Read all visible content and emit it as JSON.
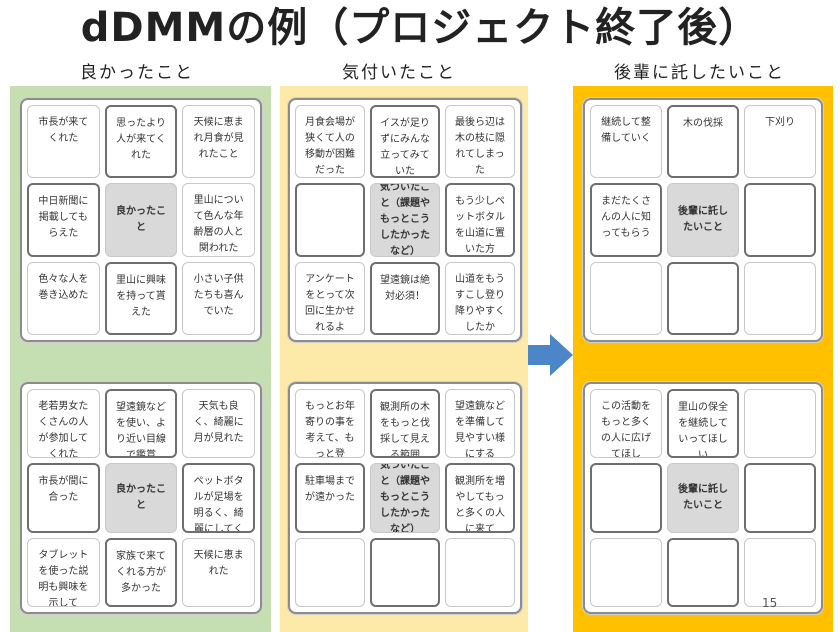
{
  "title": "dDMMの例（プロジェクト終了後）",
  "columns": [
    "良かったこと",
    "気付いたこと",
    "後輩に託したいこと"
  ],
  "boards": [
    {
      "col": 0,
      "row": 0,
      "cells": [
        "市長が来てくれた",
        "思ったより人が来てくれた",
        "天候に恵まれ月食が見れたこと",
        "中日新聞に掲載してもらえた",
        "良かったこと",
        "里山について色んな年齢層の人と関われた",
        "色々な人を巻き込めた",
        "里山に興味を持って貰えた",
        "小さい子供たちも喜んでいた"
      ]
    },
    {
      "col": 0,
      "row": 1,
      "cells": [
        "老若男女たくさんの人が参加してくれた",
        "望遠鏡などを使い、より近い目線で鑑賞",
        "天気も良く、綺麗に月が見れた",
        "市長が間に合った",
        "良かったこと",
        "ペットボタルが足場を明るく、綺麗にしてくれた",
        "タブレットを使った説明も興味を示して",
        "家族で来てくれる方が多かった",
        "天候に恵まれた"
      ]
    },
    {
      "col": 1,
      "row": 0,
      "cells": [
        "月食会場が狭くて人の移動が困難だった",
        "イスが足りずにみんな立ってみていた",
        "最後ら辺は木の枝に隠れてしまった",
        "",
        "気づいたこと（課題やもっとこうしたかったなど）",
        "もう少しペットボタルを山道に置いた方",
        "アンケートをとって次回に生かせれるよ",
        "望遠鏡は絶対必須！",
        "山道をもうすこし登り降りやすくしたか"
      ]
    },
    {
      "col": 1,
      "row": 1,
      "cells": [
        "もっとお年寄りの事を考えて、もっと登",
        "観測所の木をもっと伐採して見える範囲",
        "望遠鏡などを準備して見やすい様にする",
        "駐車場までが遠かった",
        "気づいたこと（課題やもっとこうしたかったなど）",
        "観測所を増やしてもっと多くの人に来て",
        "",
        "",
        ""
      ]
    },
    {
      "col": 2,
      "row": 0,
      "cells": [
        "継続して整備していく",
        "木の伐採",
        "下刈り",
        "まだたくさんの人に知ってもらう",
        "後輩に託したいこと",
        "",
        "",
        "",
        ""
      ]
    },
    {
      "col": 2,
      "row": 1,
      "cells": [
        "この活動をもっと多くの人に広げてほし",
        "里山の保全を継続していってほしい",
        "",
        "",
        "後輩に託したいこと",
        "",
        "",
        "",
        ""
      ]
    }
  ],
  "page_number": "15",
  "colors": {
    "green": "#c5dfb3",
    "yellow": "#fde9a8",
    "orange": "#ffc000",
    "arrow": "#4a86c8",
    "center_cell": "#d9d9d9"
  }
}
